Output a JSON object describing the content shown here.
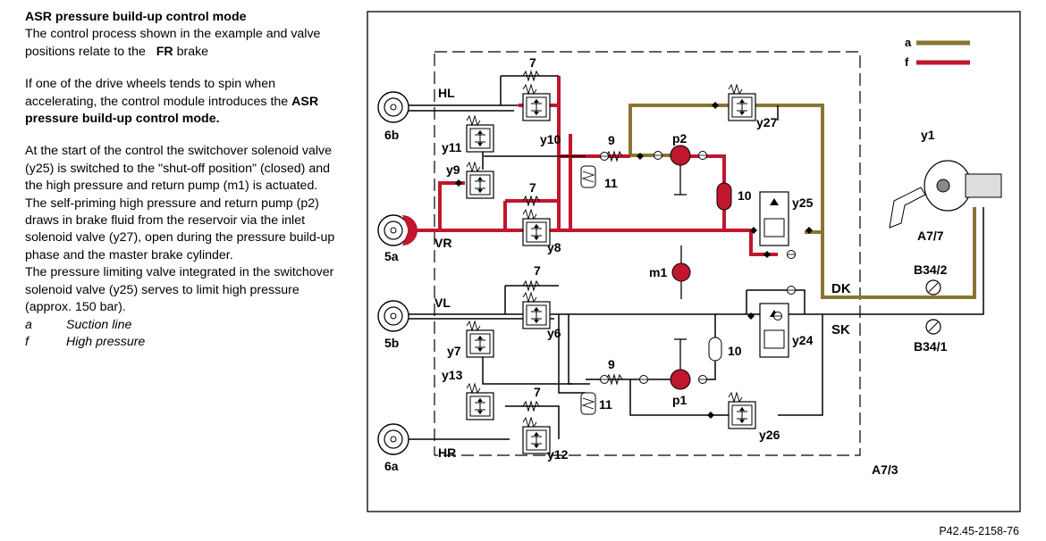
{
  "text": {
    "title": "ASR pressure build-up control mode",
    "para1": "The control process shown in the example and valve positions relate to the",
    "para1_bold": "FR",
    "para1_end": "brake",
    "para2_a": "If one of the drive wheels tends to spin when accelerating, the control module introduces the",
    "para2_bold": "ASR pressure build-up control mode.",
    "para3": "At the start of the control the switchover solenoid valve (y25) is switched to the \"shut-off position\" (closed) and the high pressure and return pump (m1) is actuated. The self-priming high pressure and return pump (p2) draws in brake fluid from the reservoir via the inlet solenoid valve (y27), open during the pressure build-up phase and the master brake cylinder.",
    "para4": "The pressure limiting valve integrated in the switchover solenoid valve (y25) serves to limit high pressure (approx. 150 bar).",
    "legend": [
      {
        "key": "a",
        "desc": "Suction line"
      },
      {
        "key": "f",
        "desc": "High pressure"
      }
    ]
  },
  "diagram": {
    "legend_keys": [
      "a",
      "f"
    ],
    "labels": {
      "HL": "HL",
      "VR": "VR",
      "VL": "VL",
      "HR": "HR",
      "6b": "6b",
      "5a": "5a",
      "5b": "5b",
      "6a": "6a",
      "y11": "y11",
      "y10": "y10",
      "y9": "y9",
      "y8": "y8",
      "y7": "y7",
      "y6": "y6",
      "y13": "y13",
      "y12": "y12",
      "y27": "y27",
      "y25": "y25",
      "y24": "y24",
      "y26": "y26",
      "p2": "p2",
      "p1": "p1",
      "m1": "m1",
      "n7a": "7",
      "n7b": "7",
      "n7c": "7",
      "n7d": "7",
      "n9a": "9",
      "n9b": "9",
      "n11a": "11",
      "n11b": "11",
      "n10a": "10",
      "n10b": "10",
      "DK": "DK",
      "SK": "SK",
      "y1": "y1",
      "A77": "A7/7",
      "A73": "A7/3",
      "B342": "B34/2",
      "B341": "B34/1"
    }
  },
  "reference": "P42.45-2158-76",
  "colors": {
    "suction": "#8a7433",
    "high_pressure": "#c0172d",
    "line": "#000000"
  }
}
